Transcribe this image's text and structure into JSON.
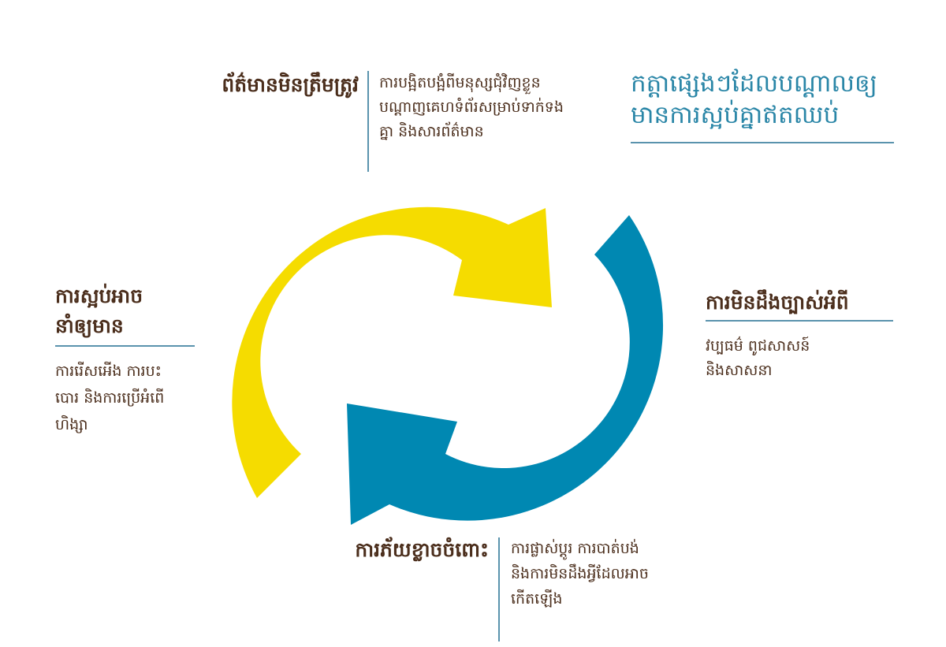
{
  "title": {
    "line1": "កត្តាផ្សេងៗដែលបណ្តាលឲ្យ",
    "line2": "មានការស្អប់គ្នាឥតឈប់"
  },
  "misinformation": {
    "heading": "ព័ត៌មានមិនត្រឹមត្រូវ",
    "line1": "ការបង្អិតបង្អំពីមនុស្សជុំវិញខ្លួន",
    "line2": "បណ្តាញគេហទំព័រសម្រាប់ទាក់ទង",
    "line3": "គ្នា និងសារព័ត៌មាន"
  },
  "ignorance": {
    "heading": "ការមិនដឹងច្បាស់អំពី",
    "line1": "វប្បធម៌ ពូជសាសន៍",
    "line2": "និងសាសនា"
  },
  "hate_leads_to": {
    "heading_line1": "ការស្អប់អាច",
    "heading_line2": "នាំឲ្យមាន",
    "line1": "ការរើសអើង ការបះ",
    "line2": "បោរ និងការប្រើអំពើ",
    "line3": "ហិង្សា"
  },
  "fear_of": {
    "heading": "ការភ័យខ្លាចចំពោះ",
    "line1": "ការផ្លាស់ប្តូរ ការបាត់បង់",
    "line2": "និងការមិនដឹងអ្វីដែលអាច",
    "line3": "កើតឡើង"
  },
  "colors": {
    "yellow_arrow": "#f5dc00",
    "blue_arrow": "#0088b2",
    "title_text": "#2a86a7",
    "body_text": "#4b2e1c",
    "rules": "#5a93ad"
  },
  "icons": {
    "yellow_arrow": "curved-arrow-clockwise-top",
    "blue_arrow": "curved-arrow-clockwise-bottom"
  }
}
